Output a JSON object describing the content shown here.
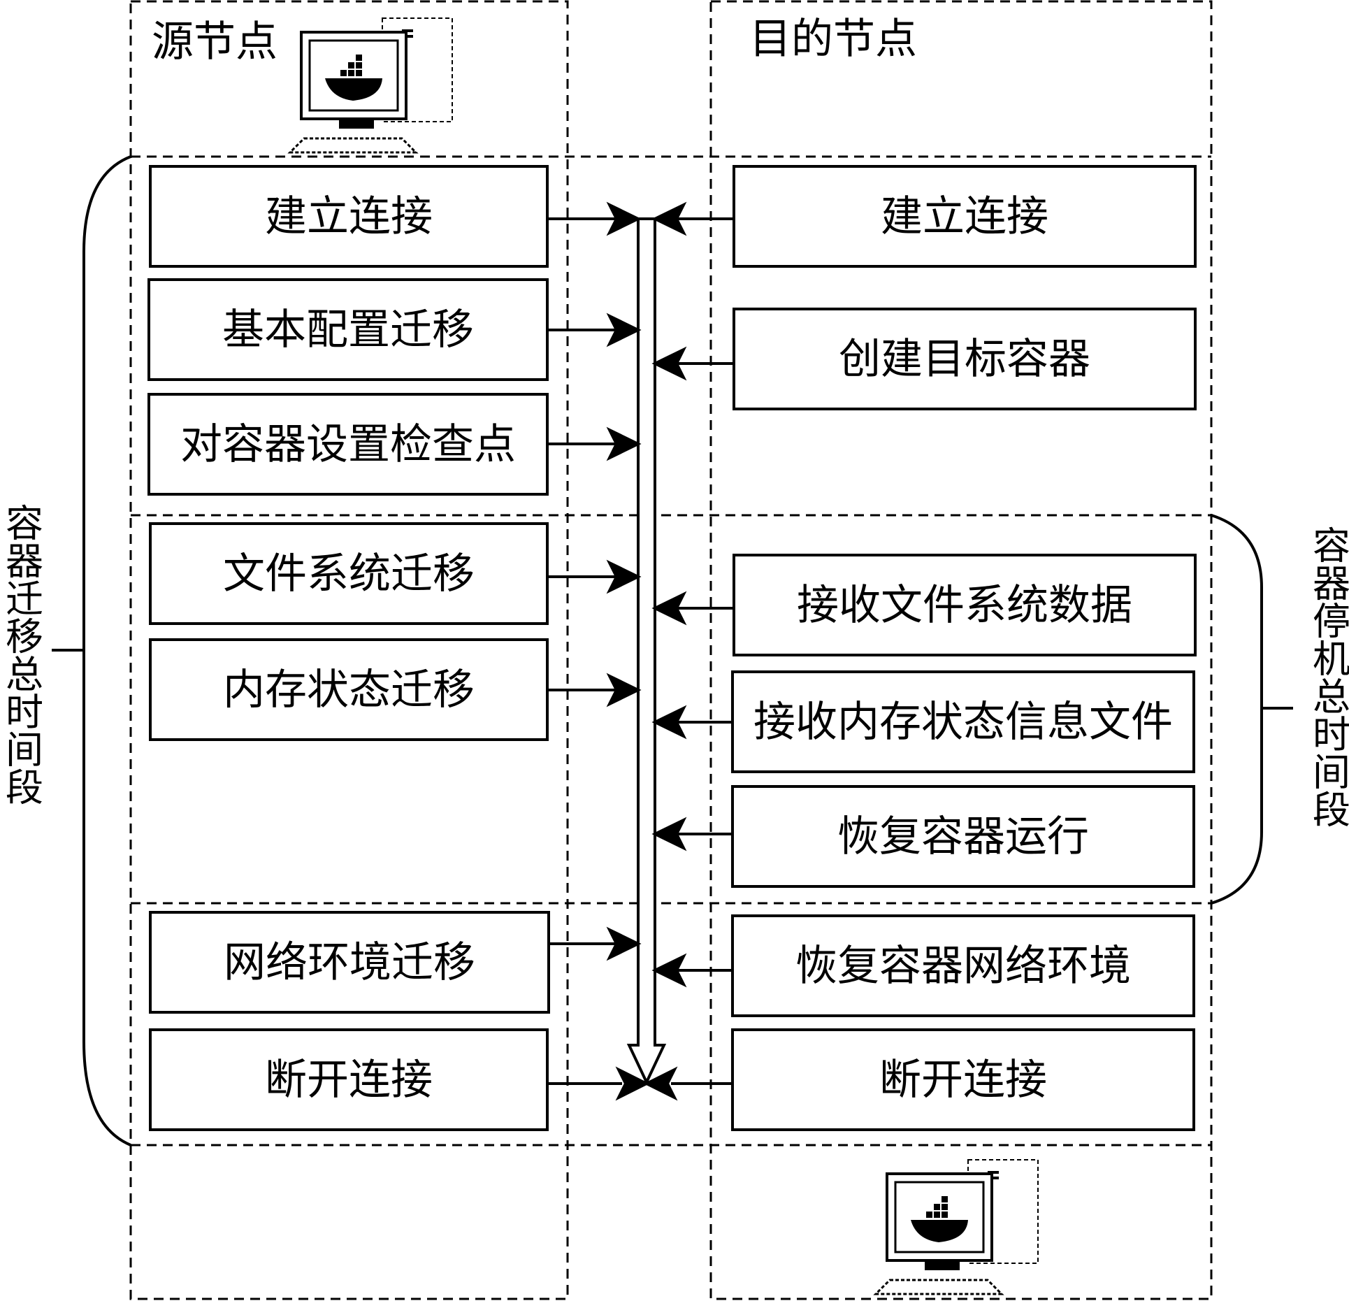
{
  "source_node": {
    "title": "源节点",
    "steps": [
      "建立连接",
      "基本配置迁移",
      "对容器设置检查点",
      "文件系统迁移",
      "内存状态迁移",
      "网络环境迁移",
      "断开连接"
    ]
  },
  "target_node": {
    "title": "目的节点",
    "steps": [
      "建立连接",
      "创建目标容器",
      "接收文件系统数据",
      "接收内存状态信息文件",
      "恢复容器运行",
      "恢复容器网络环境",
      "断开连接"
    ]
  },
  "left_brace_label": "容器迁移总时间段",
  "right_brace_label": "容器停机总时间段",
  "icons": [
    "docker-computer-icon",
    "docker-computer-icon"
  ],
  "colors": {
    "line": "#000000",
    "background": "#ffffff"
  }
}
